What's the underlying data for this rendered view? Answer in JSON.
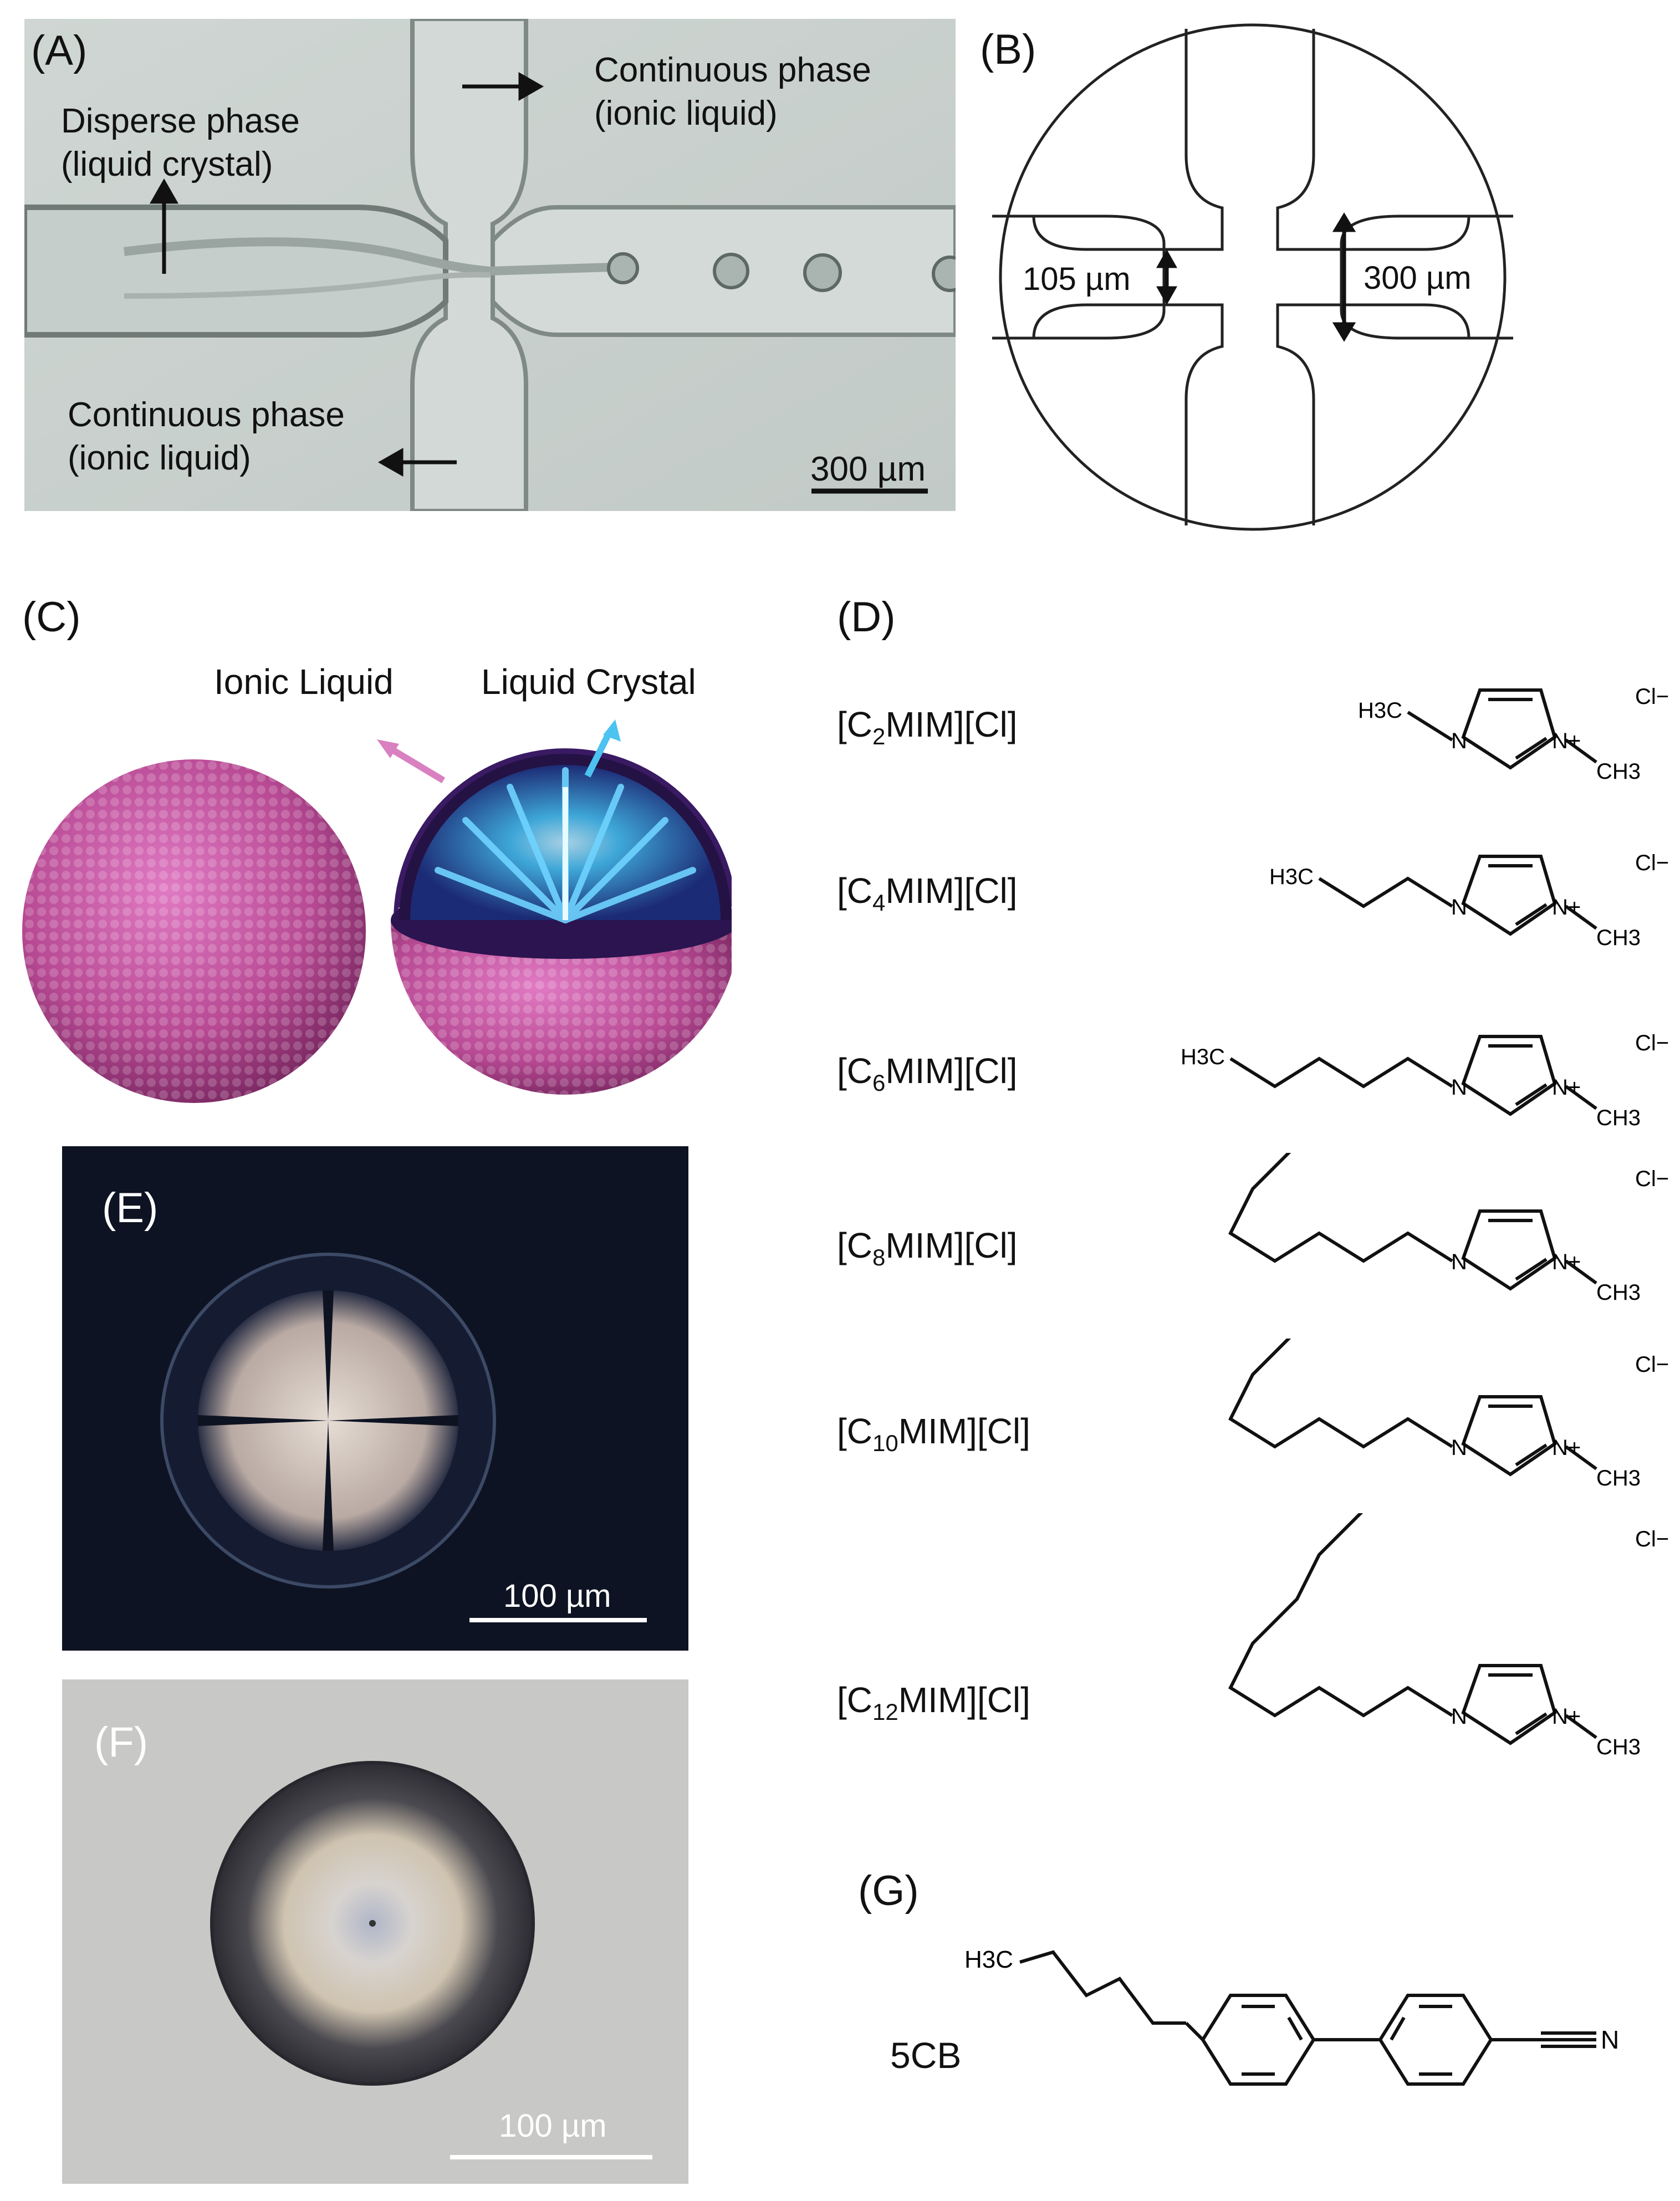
{
  "panelA": {
    "label": "(A)",
    "disperse_phase": [
      "Disperse phase",
      "(liquid crystal)"
    ],
    "continuous_top": [
      "Continuous phase",
      "(ionic liquid)"
    ],
    "continuous_bottom": [
      "Continuous phase",
      "(ionic liquid)"
    ],
    "scale_bar": "300 µm"
  },
  "panelB": {
    "label": "(B)",
    "narrow_width": "105 µm",
    "wide_width": "300 µm"
  },
  "panelC": {
    "label": "(C)",
    "ionic_liquid": "Ionic Liquid",
    "liquid_crystal": "Liquid Crystal",
    "colors": {
      "ionic_liquid": "#c2529f",
      "liquid_crystal": "#3fb6ee"
    }
  },
  "panelD": {
    "label": "(D)",
    "molecules": [
      {
        "name_prefix": "[C",
        "sub": "2",
        "name_suffix": "MIM][Cl]"
      },
      {
        "name_prefix": "[C",
        "sub": "4",
        "name_suffix": "MIM][Cl]"
      },
      {
        "name_prefix": "[C",
        "sub": "6",
        "name_suffix": "MIM][Cl]"
      },
      {
        "name_prefix": "[C",
        "sub": "8",
        "name_suffix": "MIM][Cl]"
      },
      {
        "name_prefix": "[C",
        "sub": "10",
        "name_suffix": "MIM][Cl]"
      },
      {
        "name_prefix": "[C",
        "sub": "12",
        "name_suffix": "MIM][Cl]"
      }
    ],
    "atoms": {
      "terminal": "H3C",
      "methyl_top": "CH3",
      "n_ring": "N",
      "n_plus": "N+",
      "methyl": "CH3",
      "counterion": "Cl−"
    }
  },
  "panelE": {
    "label": "(E)",
    "scale_bar": "100 µm"
  },
  "panelF": {
    "label": "(F)",
    "scale_bar": "100 µm"
  },
  "panelG": {
    "label": "(G)",
    "name": "5CB",
    "terminal": "H3C",
    "nitrile_n": "N"
  }
}
